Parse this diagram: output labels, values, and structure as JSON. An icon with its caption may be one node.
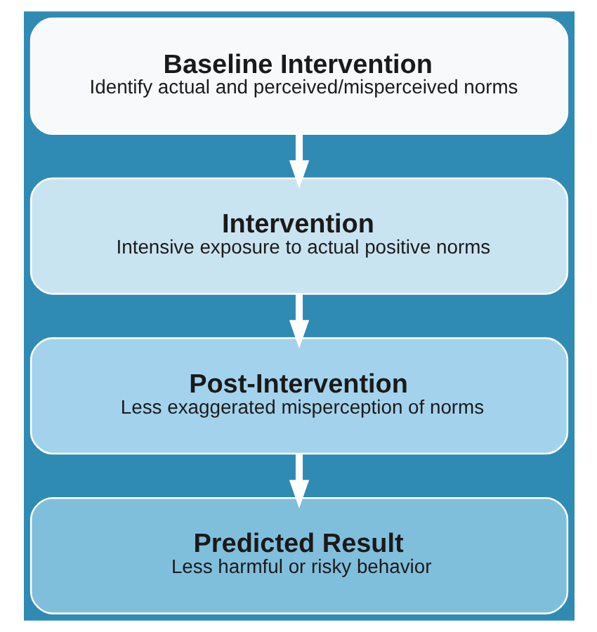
{
  "diagram": {
    "nodes": [
      {
        "text": [
          "Baseline Intervention",
          "Identify actual and perceived/misperceived norms"
        ]
      },
      {
        "text": [
          "Intervention",
          "Intensive exposure to actual positive norms"
        ]
      },
      {
        "text": [
          "Post-Intervention",
          "Less exaggerated misperception of norms"
        ]
      },
      {
        "text": [
          "Predicted Result",
          "Less harmful or risky behavior"
        ]
      }
    ],
    "edges": [
      {
        "from": 0,
        "to": 1,
        "arrow": "to"
      },
      {
        "from": 1,
        "to": 2,
        "arrow": "to"
      },
      {
        "from": 2,
        "to": 3,
        "arrow": "to"
      }
    ]
  }
}
